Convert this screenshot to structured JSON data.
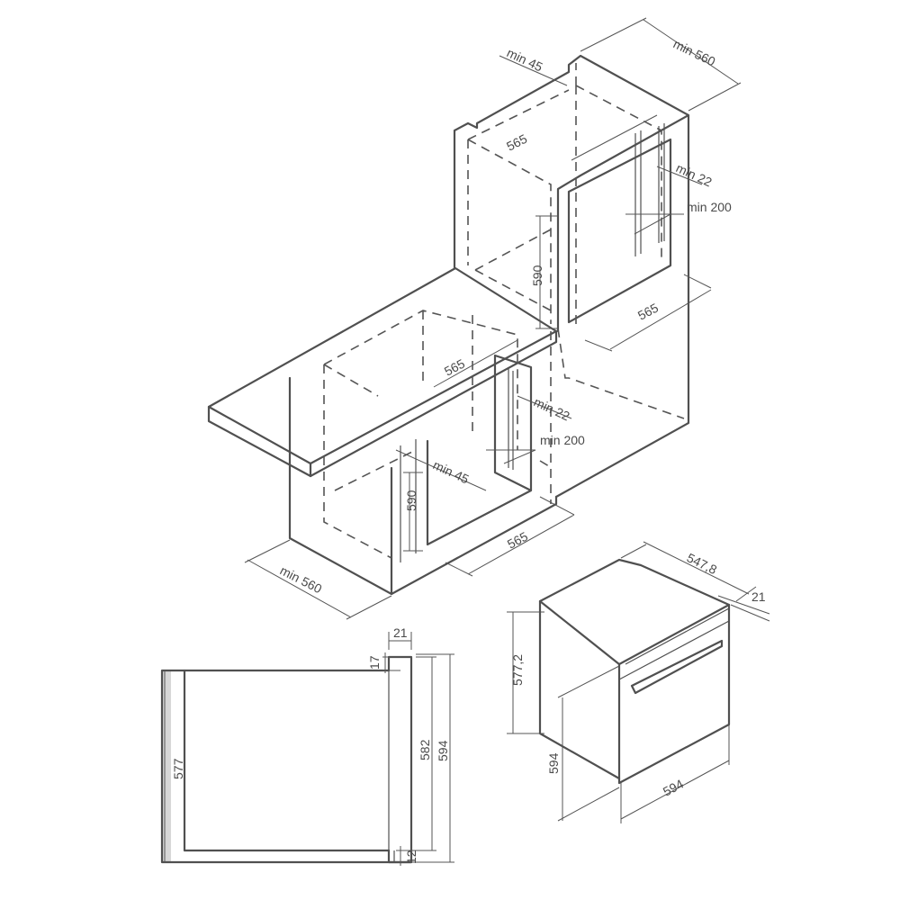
{
  "diagram": {
    "cabinet_tall": {
      "depth_min": "min 560",
      "top_gap": "min 45",
      "niche_width": "565",
      "niche_height": "590",
      "niche_depth": "565",
      "front_gap": "min 22",
      "vent_opening": "min 200"
    },
    "cabinet_under_counter": {
      "niche_width": "565",
      "front_gap": "min 22",
      "vent_opening": "min 200",
      "top_gap": "min 45",
      "niche_height": "590",
      "niche_depth": "565",
      "depth_min": "min 560"
    },
    "oven_side_view": {
      "door_thickness": "21",
      "panel_step": "17",
      "body_height": "577",
      "inner_height": "582",
      "total_height": "594",
      "bottom_offset": "12"
    },
    "oven_iso_view": {
      "depth": "547,8",
      "door_thickness": "21",
      "body_height": "577,2",
      "total_height": "594",
      "width": "594"
    }
  }
}
